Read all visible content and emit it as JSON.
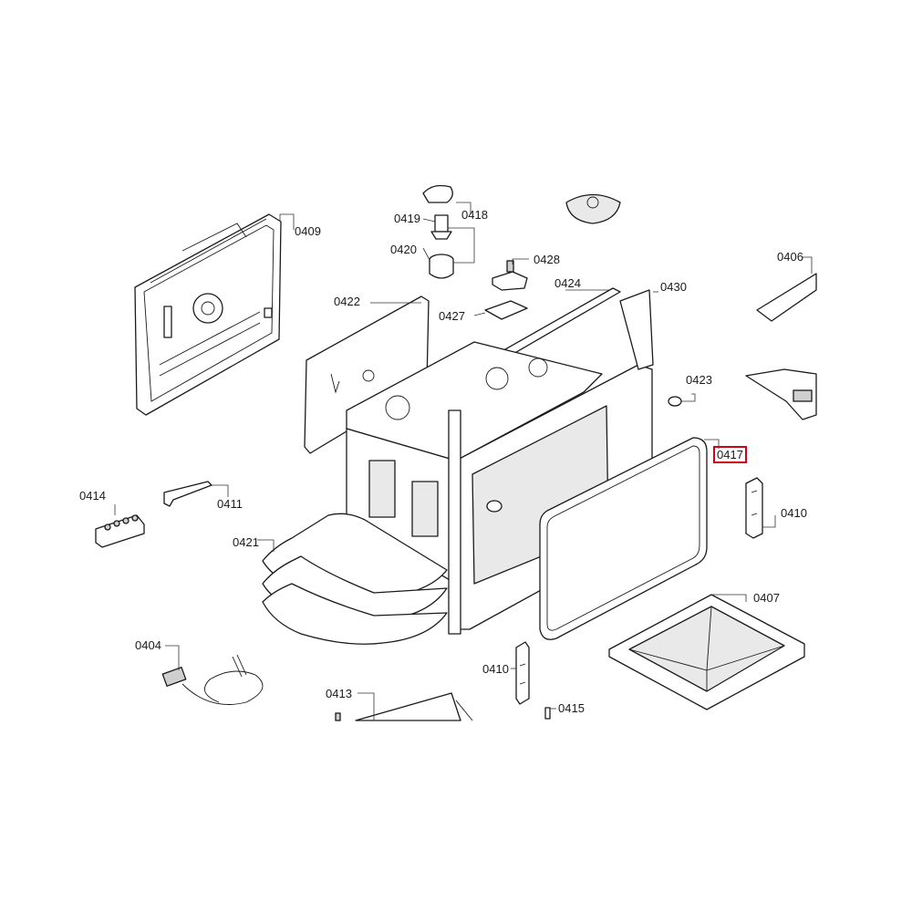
{
  "parts": [
    {
      "id": "p0409",
      "label": "0409"
    },
    {
      "id": "p0418",
      "label": "0418"
    },
    {
      "id": "p0419",
      "label": "0419"
    },
    {
      "id": "p0420",
      "label": "0420"
    },
    {
      "id": "p0428",
      "label": "0428"
    },
    {
      "id": "p0406",
      "label": "0406"
    },
    {
      "id": "p0424",
      "label": "0424"
    },
    {
      "id": "p0430",
      "label": "0430"
    },
    {
      "id": "p0422",
      "label": "0422"
    },
    {
      "id": "p0427",
      "label": "0427"
    },
    {
      "id": "p0423",
      "label": "0423"
    },
    {
      "id": "p0417",
      "label": "0417",
      "highlighted": true
    },
    {
      "id": "p0414",
      "label": "0414"
    },
    {
      "id": "p0411",
      "label": "0411"
    },
    {
      "id": "p0410a",
      "label": "0410"
    },
    {
      "id": "p0421",
      "label": "0421"
    },
    {
      "id": "p0407",
      "label": "0407"
    },
    {
      "id": "p0404",
      "label": "0404"
    },
    {
      "id": "p0410b",
      "label": "0410"
    },
    {
      "id": "p0413",
      "label": "0413"
    },
    {
      "id": "p0415",
      "label": "0415"
    }
  ],
  "colors": {
    "line": "#1a1a1a",
    "highlight": "#d0021b",
    "background": "#ffffff"
  }
}
